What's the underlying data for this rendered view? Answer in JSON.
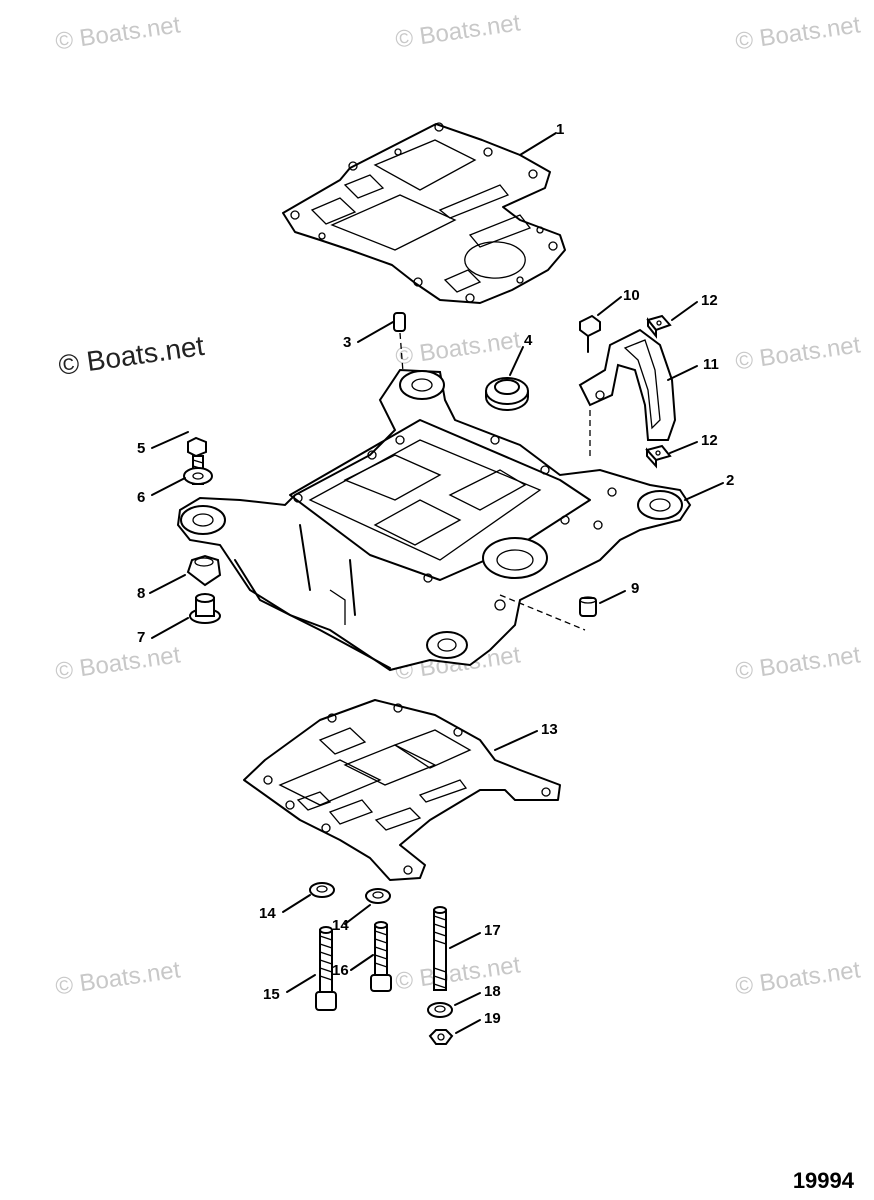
{
  "watermark": {
    "text": "© Boats.net"
  },
  "figure_number": "19994",
  "callouts": [
    {
      "id": "c1",
      "label": "1"
    },
    {
      "id": "c2",
      "label": "2"
    },
    {
      "id": "c3",
      "label": "3"
    },
    {
      "id": "c4",
      "label": "4"
    },
    {
      "id": "c5",
      "label": "5"
    },
    {
      "id": "c6",
      "label": "6"
    },
    {
      "id": "c7",
      "label": "7"
    },
    {
      "id": "c8",
      "label": "8"
    },
    {
      "id": "c9",
      "label": "9"
    },
    {
      "id": "c10",
      "label": "10"
    },
    {
      "id": "c11",
      "label": "11"
    },
    {
      "id": "c12a",
      "label": "12"
    },
    {
      "id": "c12b",
      "label": "12"
    },
    {
      "id": "c13",
      "label": "13"
    },
    {
      "id": "c14a",
      "label": "14"
    },
    {
      "id": "c14b",
      "label": "14"
    },
    {
      "id": "c15",
      "label": "15"
    },
    {
      "id": "c16",
      "label": "16"
    },
    {
      "id": "c17",
      "label": "17"
    },
    {
      "id": "c18",
      "label": "18"
    },
    {
      "id": "c19",
      "label": "19"
    }
  ]
}
